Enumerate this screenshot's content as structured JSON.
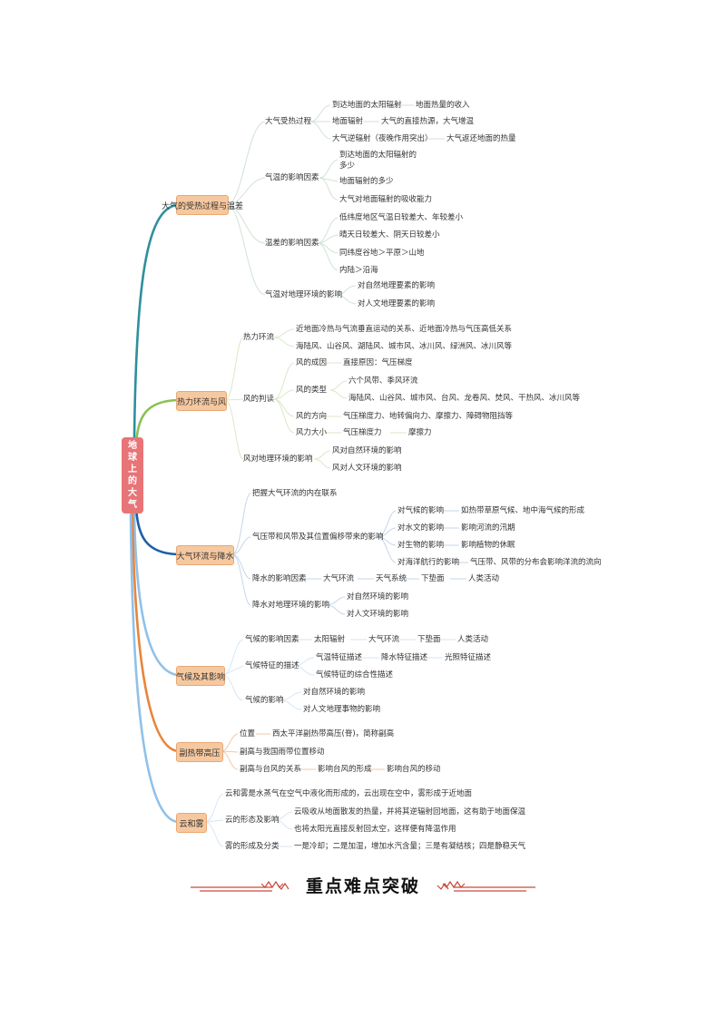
{
  "root": {
    "chars": [
      "地",
      "球",
      "上",
      "的",
      "大",
      "气"
    ]
  },
  "branches": [
    {
      "label": "大气的受热过程与温差",
      "color": "#2f8f9d"
    },
    {
      "label": "热力环流与风",
      "color": "#8cc152"
    },
    {
      "label": "大气环流与降水",
      "color": "#1f5fa8"
    },
    {
      "label": "气候及其影响",
      "color": "#8fc1ea"
    },
    {
      "label": "副热带高压",
      "color": "#e8843a"
    },
    {
      "label": "云和雾",
      "color": "#8fc1ea"
    }
  ],
  "texts": {
    "b1_s1": "大气受热过程",
    "b1_s1_a": "到达地面的太阳辐射",
    "b1_s1_a2": "地面热量的收入",
    "b1_s1_b": "地面辐射",
    "b1_s1_b2": "大气的直接热源，大气增温",
    "b1_s1_c": "大气逆辐射（夜晚作用突出）",
    "b1_s1_c2": "大气返还地面的热量",
    "b1_s2": "气温的影响因素",
    "b1_s2_a1": "到达地面的太阳辐射的",
    "b1_s2_a2": "多少",
    "b1_s2_b": "地面辐射的多少",
    "b1_s2_c": "大气对地面辐射的吸收能力",
    "b1_s3": "温差的影响因素",
    "b1_s3_a": "低纬度地区气温日较差大、年较差小",
    "b1_s3_b": "晴天日较差大、阴天日较差小",
    "b1_s3_c": "同纬度谷地＞平原＞山地",
    "b1_s3_d": "内陆＞沿海",
    "b1_s4": "气温对地理环境的影响",
    "b1_s4_a": "对自然地理要素的影响",
    "b1_s4_b": "对人文地理要素的影响",
    "b2_s1": "热力环流",
    "b2_s1_a": "近地面冷热与气流垂直运动的关系、近地面冷热与气压高低关系",
    "b2_s1_b": "海陆风、山谷风、湖陆风、城市风、冰川风、绿洲风、冰川风等",
    "b2_s2": "风的判读",
    "b2_s2_a": "风的成因",
    "b2_s2_a2": "直接原因：气压梯度",
    "b2_s2_b": "风的类型",
    "b2_s2_b1": "六个风带、季风环流",
    "b2_s2_b2": "海陆风、山谷风、城市风、台风、龙卷风、焚风、干热风、冰川风等",
    "b2_s2_c": "风的方向",
    "b2_s2_c2": "气压梯度力、地转偏向力、摩擦力、障碍物阻挡等",
    "b2_s2_d": "风力大小",
    "b2_s2_d2": "气压梯度力",
    "b2_s2_d3": "摩擦力",
    "b2_s3": "风对地理环境的影响",
    "b2_s3_a": "风对自然环境的影响",
    "b2_s3_b": "风对人文环境的影响",
    "b3_s1": "把握大气环流的内在联系",
    "b3_s2": "气压带和风带及其位置偏移带来的影响",
    "b3_s2_a": "对气候的影响",
    "b3_s2_a2": "如热带草原气候、地中海气候的形成",
    "b3_s2_b": "对水文的影响",
    "b3_s2_b2": "影响河流的汛期",
    "b3_s2_c": "对生物的影响",
    "b3_s2_c2": "影响植物的休眠",
    "b3_s2_d": "对海洋航行的影响",
    "b3_s2_d2": "气压带、风带的分布会影响洋流的流向",
    "b3_s3": "降水的影响因素",
    "b3_s3_a": "大气环流",
    "b3_s3_b": "天气系统",
    "b3_s3_c": "下垫面",
    "b3_s3_d": "人类活动",
    "b3_s4": "降水对地理环境的影响",
    "b3_s4_a": "对自然环境的影响",
    "b3_s4_b": "对人文环境的影响",
    "b4_s1": "气候的影响因素",
    "b4_s1_a": "太阳辐射",
    "b4_s1_b": "大气环流",
    "b4_s1_c": "下垫面",
    "b4_s1_d": "人类活动",
    "b4_s2": "气候特征的描述",
    "b4_s2_a": "气温特征描述",
    "b4_s2_b": "降水特征描述",
    "b4_s2_c": "光照特征描述",
    "b4_s2_d": "气候特征的综合性描述",
    "b4_s3": "气候的影响",
    "b4_s3_a": "对自然环境的影响",
    "b4_s3_b": "对人文地理事物的影响",
    "b5_s1": "位置",
    "b5_s1_a": "西太平洋副热带高压(脊)，简称副高",
    "b5_s2": "副高与我国雨带位置移动",
    "b5_s3": "副高与台风的关系",
    "b5_s3_a": "影响台风的形成",
    "b5_s3_b": "影响台风的移动",
    "b6_s1": "云和雾是水蒸气在空气中液化而形成的，云出现在空中，雾形成于近地面",
    "b6_s2": "云的形态及影响",
    "b6_s2_a": "云吸收从地面散发的热量，并将其逆辐射回地面，这有助于地面保温",
    "b6_s2_b": "也将太阳光直接反射回太空，这样便有降温作用",
    "b6_s3": "雾的形成及分类",
    "b6_s3_a": "一是冷却；二是加湿，增加水汽含量；三是有凝结核；四是静稳天气"
  },
  "banner": {
    "title": "重点难点突破"
  }
}
